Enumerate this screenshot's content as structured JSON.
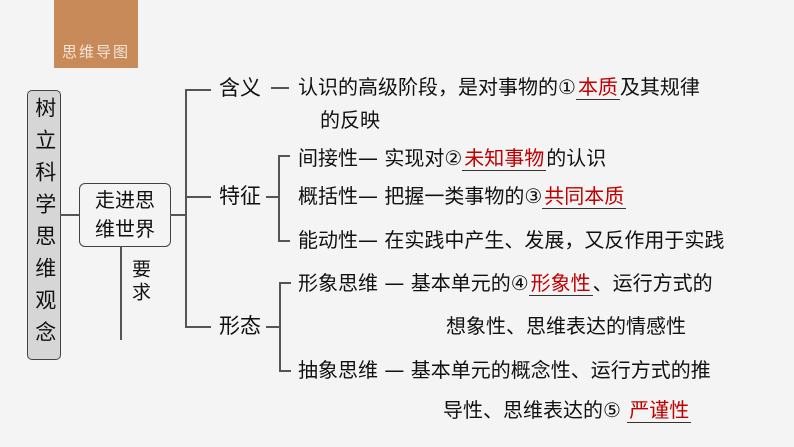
{
  "tag": "思维导图",
  "root": "树立科学思维观念",
  "sub": "走进思维世界",
  "requirement": "要求",
  "branches": {
    "meaning": {
      "label": "含义",
      "line1_pre": "认识的高级阶段，是对事物的①",
      "line1_ans": "本质",
      "line1_post": "及其规律",
      "line2": "的反映"
    },
    "features": {
      "label": "特征",
      "items": [
        {
          "name": "间接性",
          "pre": "实现对②",
          "ans": "未知事物",
          "post": "的认识"
        },
        {
          "name": "概括性",
          "pre": "把握一类事物的③",
          "ans": "共同本质",
          "post": ""
        },
        {
          "name": "能动性",
          "pre": "在实践中产生、发展，又反作用于实践",
          "ans": "",
          "post": ""
        }
      ]
    },
    "forms": {
      "label": "形态",
      "items": [
        {
          "name": "形象思维",
          "pre": "基本单元的④",
          "ans": "形象性",
          "post": "、运行方式的",
          "line2": "想象性、思维表达的情感性"
        },
        {
          "name": "抽象思维",
          "pre": "基本单元的概念性、运行方式的推",
          "line2": "导性、思维表达的⑤",
          "ans": "严谨性"
        }
      ]
    }
  },
  "colors": {
    "answer": "#c00000",
    "tag": "#c98a5a"
  }
}
